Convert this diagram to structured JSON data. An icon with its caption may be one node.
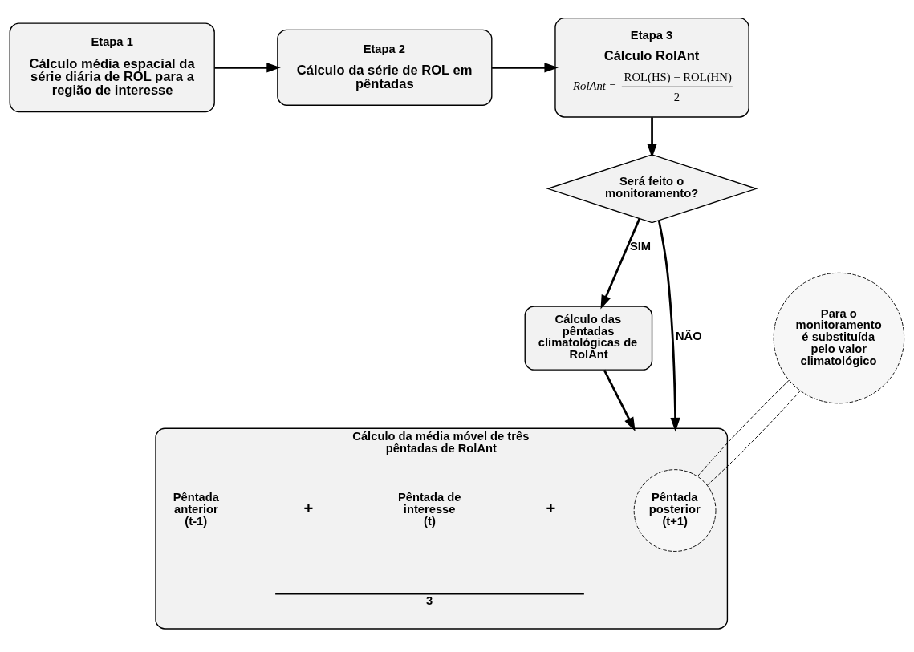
{
  "diagram": {
    "nodes": [
      {
        "text": [
          "Etapa 1",
          "Cálculo média espacial da série diária de ROL para a região de interesse"
        ]
      },
      {
        "text": [
          "Etapa 2",
          "Cálculo da série de ROL em pêntadas"
        ]
      },
      {
        "text": [
          "Etapa 3",
          "Cálculo RolAnt",
          "RolAnt =",
          "ROL(HS) − ROL(HN)",
          "2"
        ]
      },
      {
        "text": [
          "Será feito o monitoramento?"
        ]
      },
      {
        "text": [
          "Cálculo das pêntadas climatológicas de RolAnt"
        ]
      },
      {
        "text": [
          "Cálculo da média móvel de três pêntadas de RolAnt",
          "Pêntada anterior (t-1)",
          "+",
          "Pêntada de interesse (t)",
          "+",
          "3"
        ]
      },
      {
        "text": [
          "Pêntada posterior (t+1)"
        ],
        "in": 5
      },
      {
        "text": [
          "Para o monitoramento é substituída pelo valor climatológico"
        ]
      }
    ],
    "edges": [
      {
        "from": 0,
        "to": 1,
        "arrow": "to"
      },
      {
        "from": 1,
        "to": 2,
        "arrow": "to"
      },
      {
        "from": 2,
        "to": 3,
        "arrow": "to"
      },
      {
        "from": 3,
        "to": 5,
        "arrow": "to",
        "label": "NÃO"
      },
      {
        "from": 3,
        "to": 4,
        "arrow": "to",
        "label": "SIM"
      },
      {
        "from": 4,
        "to": 5,
        "arrow": "to"
      },
      {
        "from": 6,
        "to": 7,
        "arrow": "none",
        "style": "dashed"
      },
      {
        "from": 6,
        "to": 7,
        "arrow": "none",
        "style": "dashed"
      }
    ]
  }
}
